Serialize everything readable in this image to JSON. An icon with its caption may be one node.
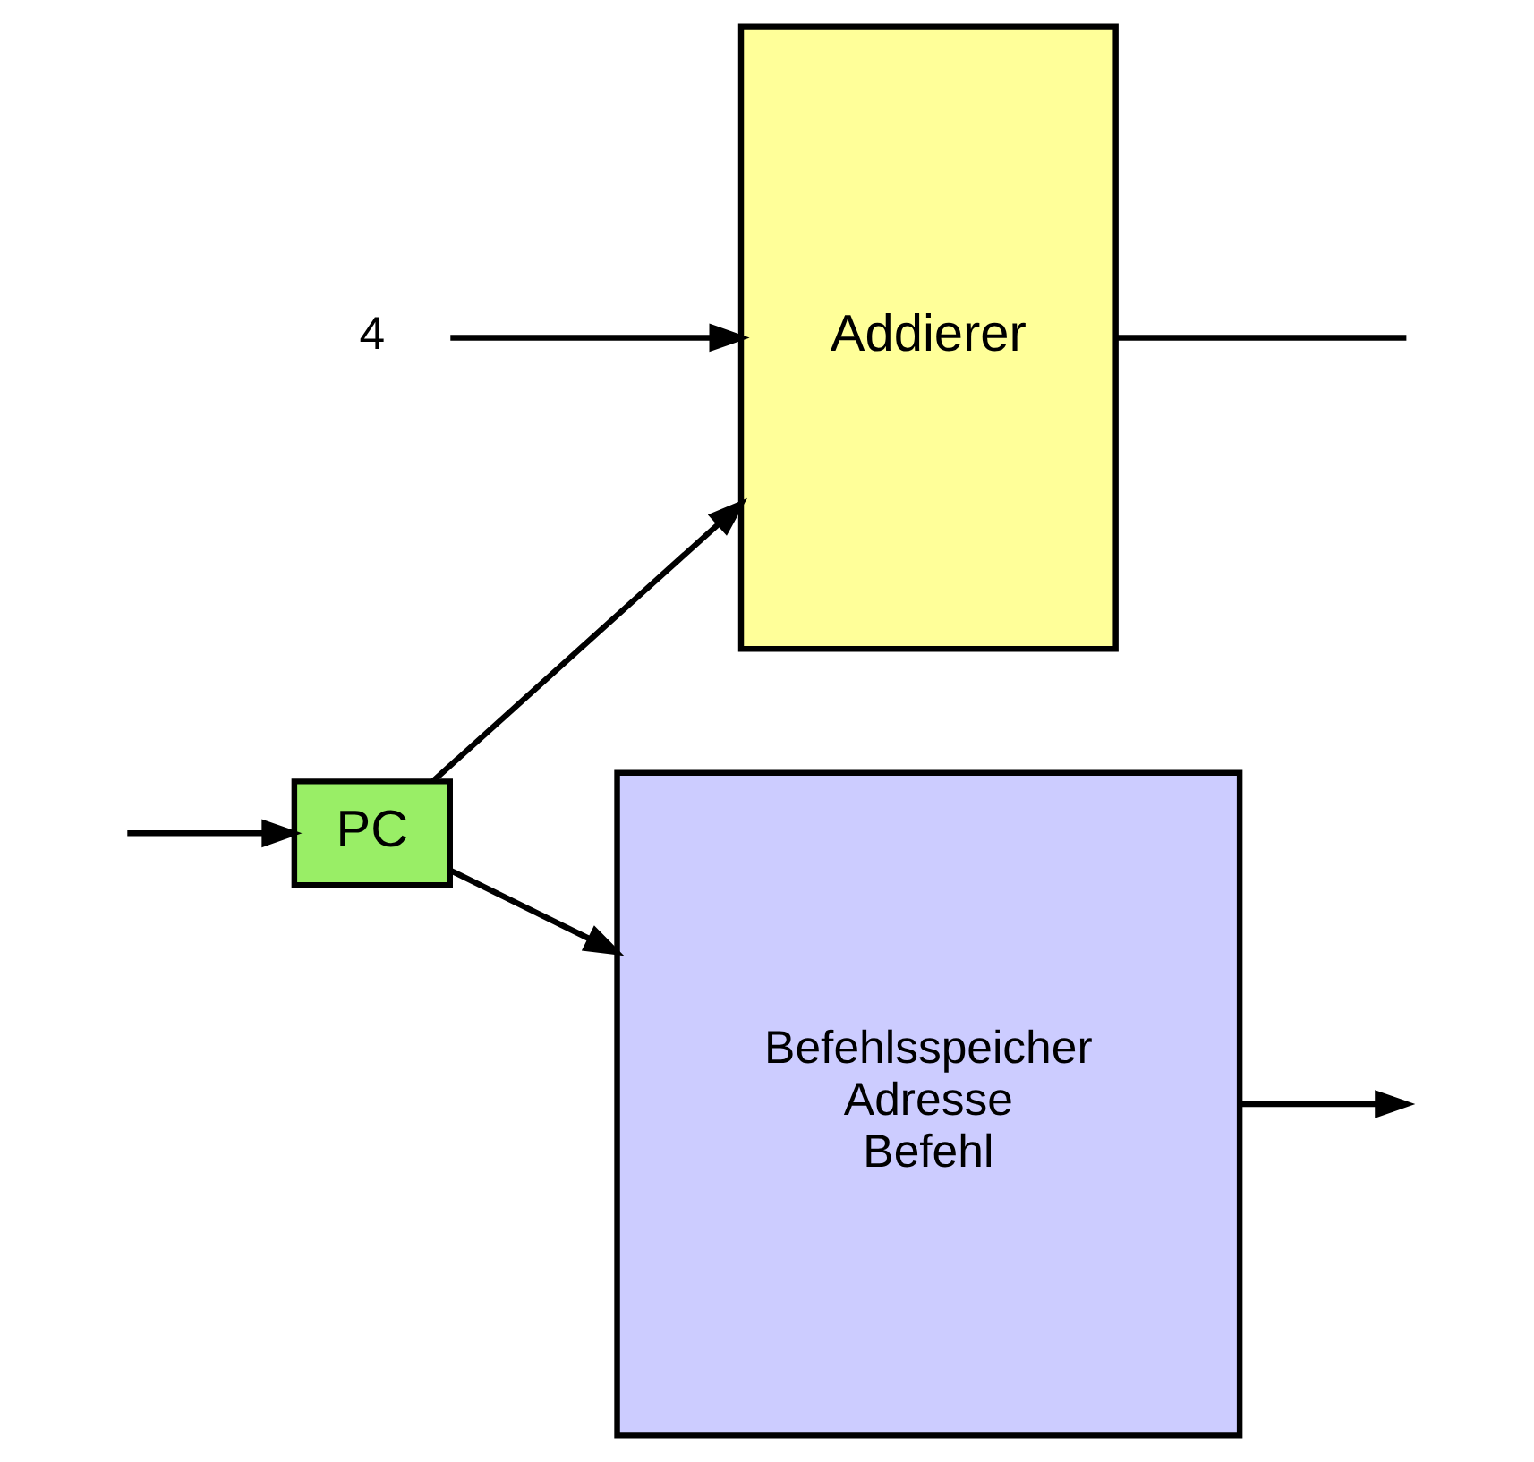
{
  "diagram": {
    "nodes": [
      {
        "text": [
          "PC"
        ]
      },
      {
        "text": [
          "Befehlsspeicher",
          "Adresse",
          "Befehl"
        ]
      },
      {
        "text": [
          "Addierer"
        ]
      },
      {
        "text": [
          "4"
        ]
      }
    ],
    "edges": [
      {
        "from": null,
        "to": 0,
        "arrow": "to"
      },
      {
        "from": 0,
        "to": 1,
        "arrow": "to"
      },
      {
        "from": 1,
        "to": null,
        "arrow": "to"
      },
      {
        "from": 0,
        "to": 2,
        "arrow": "to"
      },
      {
        "from": 3,
        "to": 2,
        "arrow": "to"
      },
      {
        "from": 2,
        "to": null,
        "arrow": "none"
      }
    ]
  }
}
